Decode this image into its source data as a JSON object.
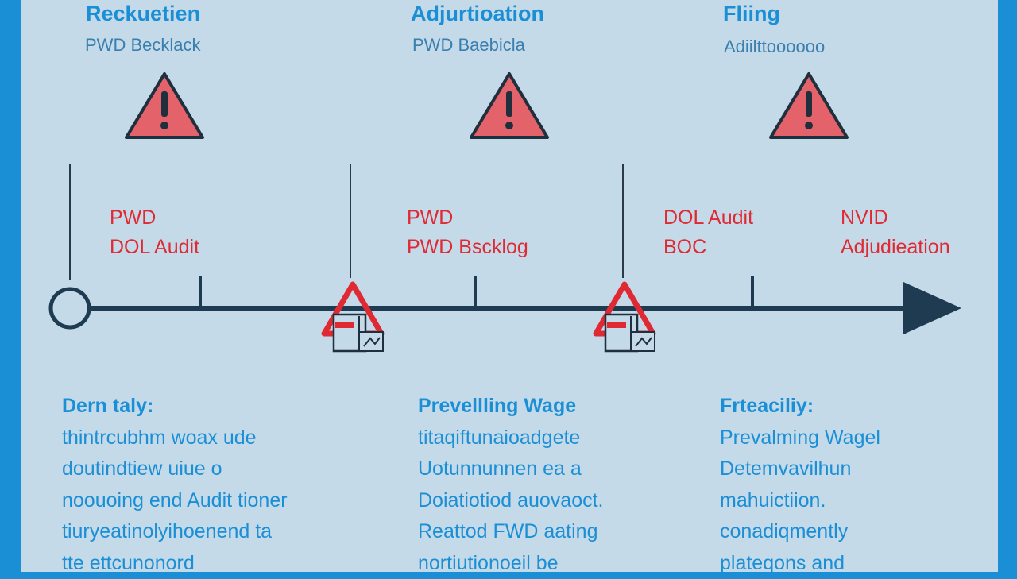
{
  "colors": {
    "frame": "#1b8fd6",
    "panel": "#c4dae9",
    "heading": "#1b8fd6",
    "subheading": "#3a7fae",
    "warning": "#e02a33",
    "warning_fill": "#e4636a",
    "axis": "#1f3b52"
  },
  "stages": [
    {
      "title": "Reckuetien",
      "subtitle": "PWD Becklack",
      "icon": "warning-triangle-icon"
    },
    {
      "title": "Adjurtioation",
      "subtitle": "PWD Baebicla",
      "icon": "warning-triangle-icon"
    },
    {
      "title": "Fliing",
      "subtitle": "Adiilttoooooo",
      "icon": "warning-triangle-icon"
    }
  ],
  "timeline": {
    "markers": [
      {
        "lines": [
          "PWD",
          "DOL Audit"
        ]
      },
      {
        "lines": [
          "PWD",
          "PWD Bscklog"
        ]
      },
      {
        "lines": [
          "DOL Audit",
          "BOC"
        ]
      },
      {
        "lines": [
          "NVID",
          "Adjudieation"
        ]
      }
    ],
    "start_icon": "start-circle-icon",
    "end_icon": "arrow-head-icon",
    "alert_icons": [
      "warning-document-icon",
      "warning-document-icon"
    ]
  },
  "descriptions": [
    {
      "heading": "Dern taly:",
      "lines": [
        "thintrcubhm woax ude",
        "doutindtiew uiue o",
        "noouoing end Audit tioner",
        "tiuryeatinolyihoenend ta",
        "tte ettcunonord"
      ]
    },
    {
      "heading": "Prevellling Wage",
      "lines": [
        "titaqiftunaioadgete",
        "Uotunnunnen ea a",
        "Doiatiotiod auovaoct.",
        "Reattod  FWD  aating",
        "nortiutionoeil be"
      ]
    },
    {
      "heading": "Frteaciliy:",
      "lines": [
        "Prevalming Wagel",
        "Detemvavilhun",
        "mahuictiion.",
        "conadiqmently",
        "plateqons and"
      ]
    }
  ]
}
